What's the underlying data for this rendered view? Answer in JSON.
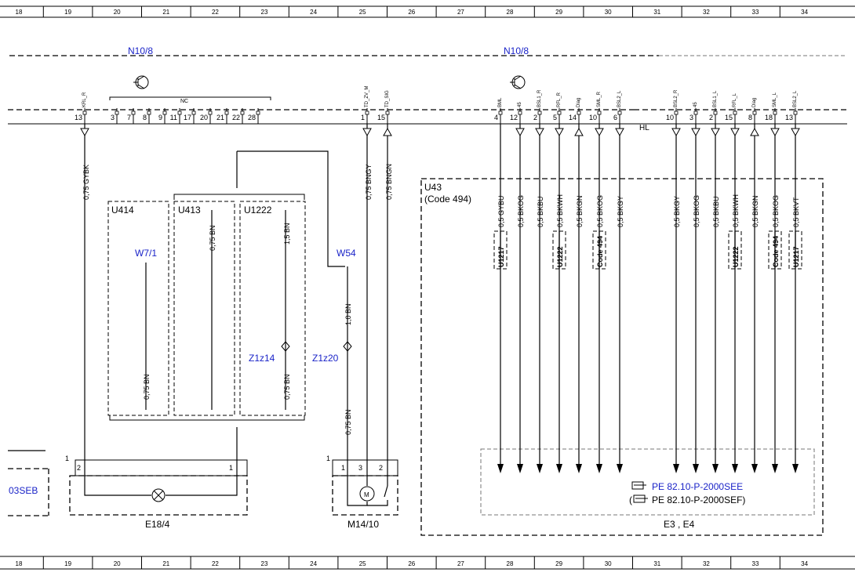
{
  "grid_columns": [
    "18",
    "19",
    "20",
    "21",
    "22",
    "23",
    "24",
    "25",
    "26",
    "27",
    "28",
    "29",
    "30",
    "31",
    "32",
    "33",
    "34"
  ],
  "components": {
    "n10_8_left": "N10/8",
    "n10_8_right": "N10/8",
    "u43": "U43",
    "u43_code": "(Code 494)",
    "u414": "U414",
    "u413": "U413",
    "u1222": "U1222",
    "w7_1": "W7/1",
    "w54": "W54",
    "z1z14": "Z1z14",
    "z1z20": "Z1z20",
    "e18_4": "E18/4",
    "m14_10": "M14/10",
    "e3_e4": "E3 , E4",
    "seb_ref": "03SEB",
    "hl": "HL",
    "nc": "NC",
    "motor_m": "M"
  },
  "pins_left": [
    {
      "num": "13",
      "sig": "KRL_R"
    },
    {
      "num": "3",
      "sig": ""
    },
    {
      "num": "7",
      "sig": ""
    },
    {
      "num": "8",
      "sig": ""
    },
    {
      "num": "9",
      "sig": ""
    },
    {
      "num": "11",
      "sig": ""
    },
    {
      "num": "17",
      "sig": ""
    },
    {
      "num": "20",
      "sig": ""
    },
    {
      "num": "21",
      "sig": ""
    },
    {
      "num": "22",
      "sig": ""
    },
    {
      "num": "28",
      "sig": ""
    },
    {
      "num": "1",
      "sig": "TD_ZV_M"
    },
    {
      "num": "15",
      "sig": "TD_SIG"
    }
  ],
  "pins_right": [
    {
      "num": "4",
      "sig": "BML"
    },
    {
      "num": "12",
      "sig": "45"
    },
    {
      "num": "2",
      "sig": "BSL1_R"
    },
    {
      "num": "5",
      "sig": "RFL_R"
    },
    {
      "num": "14",
      "sig": "Diag"
    },
    {
      "num": "10",
      "sig": "SML_R"
    },
    {
      "num": "6",
      "sig": "BSL2_L"
    },
    {
      "num": "10",
      "sig": "BSL2_R"
    },
    {
      "num": "3",
      "sig": "45"
    },
    {
      "num": "2",
      "sig": "BSL1_L"
    },
    {
      "num": "15",
      "sig": "RFL_L"
    },
    {
      "num": "8",
      "sig": "Diag"
    },
    {
      "num": "18",
      "sig": "SML_L"
    },
    {
      "num": "13",
      "sig": "BSL2_L"
    }
  ],
  "wires": {
    "krl": "0,75 GYBK",
    "td_zv": "0,75 BNGY",
    "td_sig": "0,75 BNGN",
    "u413_bn": "0,75 BN",
    "u1222_top": "1,5 BN",
    "w71_bn": "0,75 BN",
    "u1222_bot": "0,75 BN",
    "w54_bn": "1,0 BN",
    "m14_bn": "0,75 BN",
    "u43": [
      "0,5 GYBU",
      "0,5 BKOG",
      "0,5 BKBU",
      "0,5 BKWH",
      "0,5 BKGN",
      "0,5 BKOG",
      "0,5 BKGY",
      "0,5 BKGY",
      "0,5 BKOG",
      "0,5 BKBU",
      "0,5 BKWH",
      "0,5 BKGN",
      "0,5 BKOG",
      "0,5 BKVT"
    ]
  },
  "tags": {
    "u1217_l": "U1217",
    "u1222_l": "U1222",
    "code494_l": "Code 494",
    "u1222_r": "U1222",
    "code494_r": "Code 494",
    "u1217_r": "U1217"
  },
  "e18_pins": {
    "p2": "2",
    "p1": "1",
    "corner": "1"
  },
  "m14_pins": {
    "p1": "1",
    "p3": "3",
    "p2": "2",
    "corner": "1"
  },
  "references": {
    "ref1": "PE 82.10-P-2000SEE",
    "ref2_open": "(",
    "ref2": "PE 82.10-P-2000SEF)"
  },
  "colors": {
    "link": "#1a23c8",
    "line": "#000000"
  }
}
